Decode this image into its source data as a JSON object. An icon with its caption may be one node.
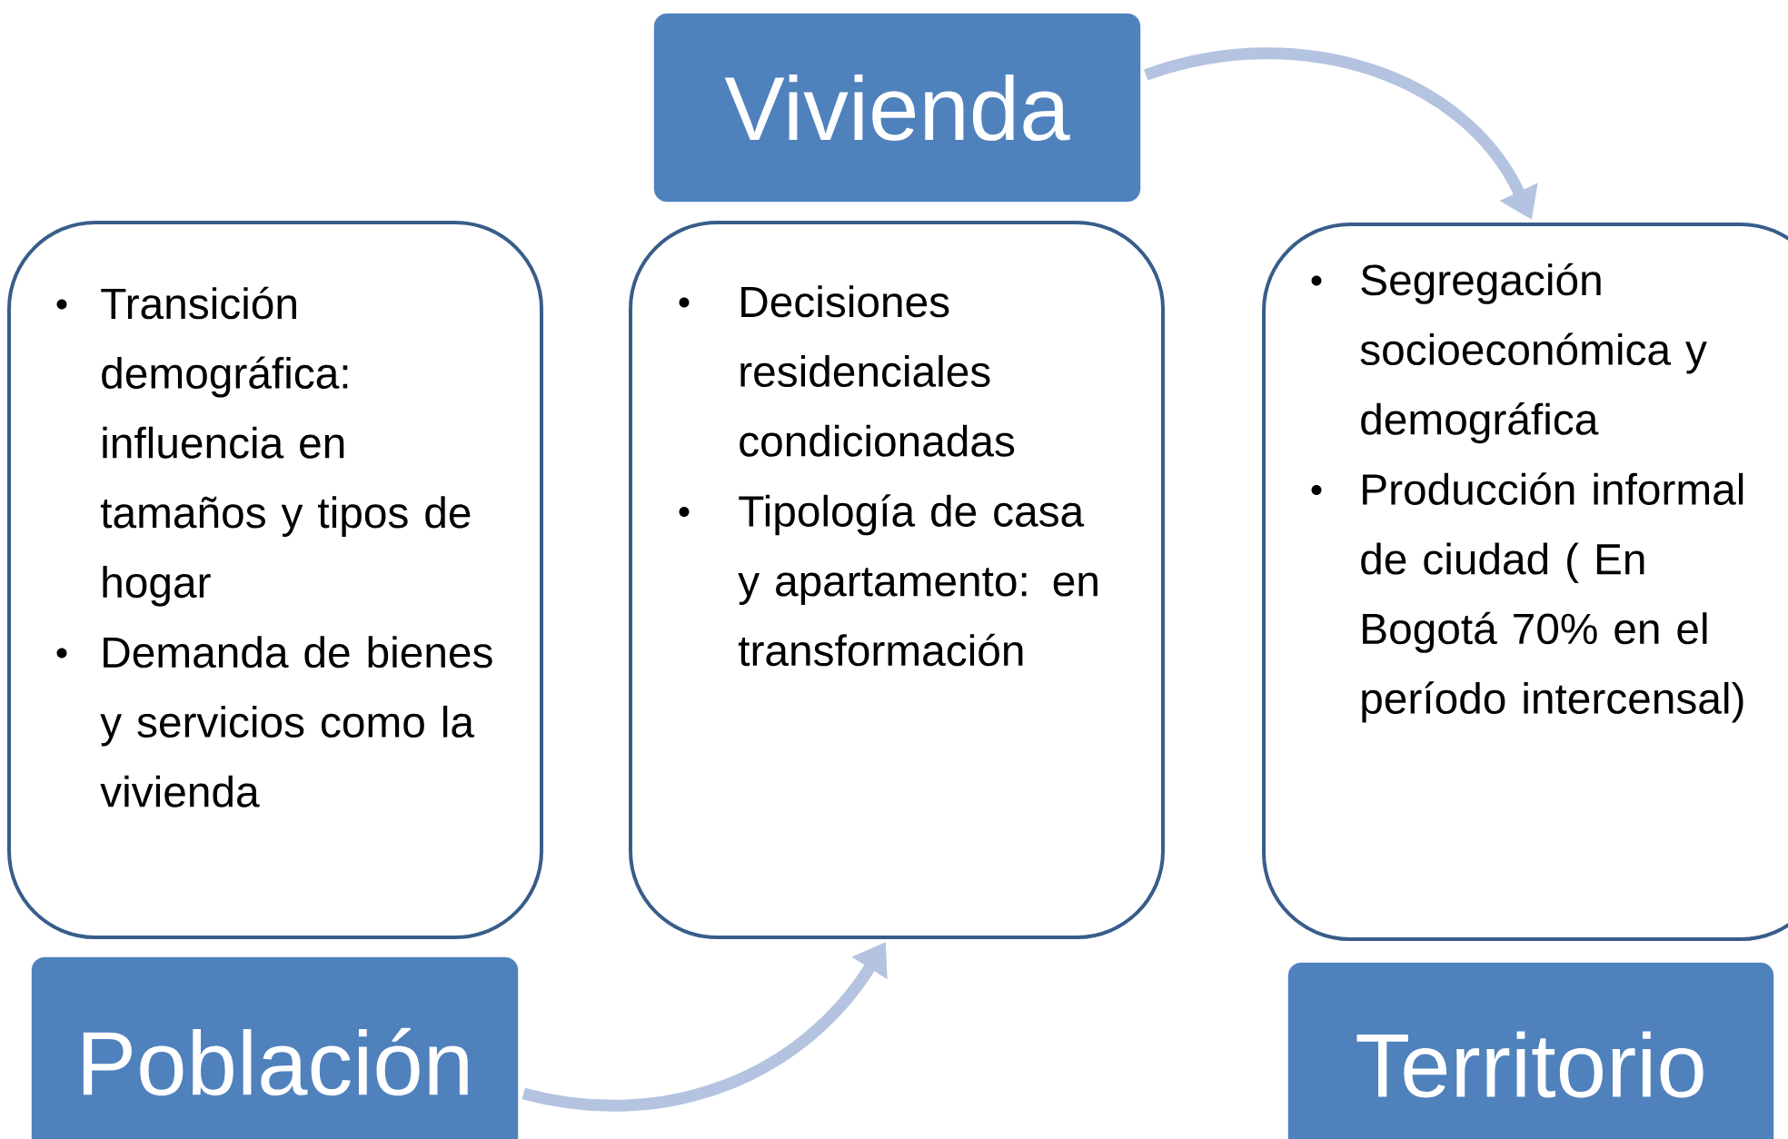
{
  "diagram": {
    "nodes": [
      {
        "text": [
          "Vivienda"
        ]
      },
      {
        "text": [
          "Transición demográfica: influencia en tamaños y tipos de hogar",
          "Demanda de bienes y servicios como la vivienda"
        ]
      },
      {
        "text": [
          "Decisiones residenciales condicionadas",
          "Tipología de casa y apartamento: en transformación"
        ]
      },
      {
        "text": [
          "Segregación socioeconómica y demográfica",
          "Producción informal de ciudad ( En Bogotá 70% en el período intercensal)"
        ]
      },
      {
        "text": [
          "Población"
        ]
      },
      {
        "text": [
          "Territorio"
        ]
      }
    ],
    "edges": [
      {
        "from": 4,
        "to": 2,
        "arrow": "to"
      },
      {
        "from": 0,
        "to": 3,
        "arrow": "to"
      }
    ]
  }
}
